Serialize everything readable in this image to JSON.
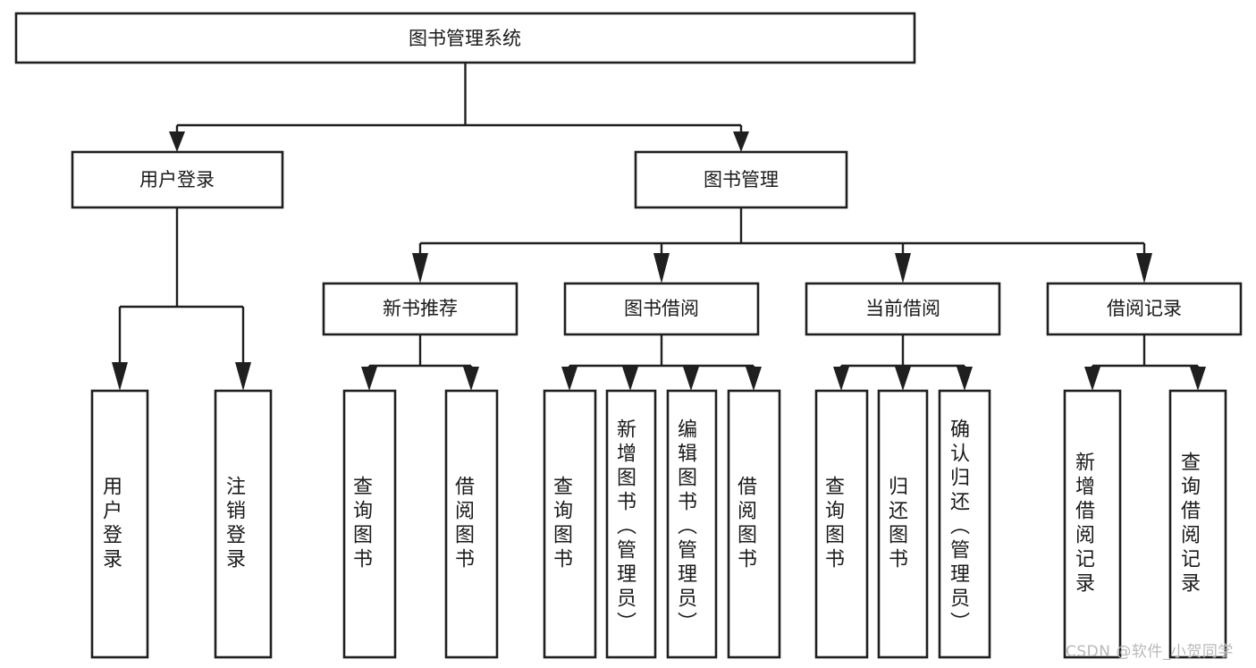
{
  "diagram": {
    "title": "图书管理系统",
    "type": "tree-hierarchy-chart",
    "root": {
      "id": "root",
      "label": "图书管理系统",
      "orientation": "horizontal"
    },
    "level2": [
      {
        "id": "user-login",
        "label": "用户登录",
        "orientation": "horizontal"
      },
      {
        "id": "book-manage",
        "label": "图书管理",
        "orientation": "horizontal"
      }
    ],
    "level3": [
      {
        "id": "new-book-recommend",
        "label": "新书推荐",
        "orientation": "horizontal",
        "parent": "book-manage"
      },
      {
        "id": "book-borrow",
        "label": "图书借阅",
        "orientation": "horizontal",
        "parent": "book-manage"
      },
      {
        "id": "current-borrow",
        "label": "当前借阅",
        "orientation": "horizontal",
        "parent": "book-manage"
      },
      {
        "id": "borrow-record",
        "label": "借阅记录",
        "orientation": "horizontal",
        "parent": "book-manage"
      }
    ],
    "leaves": [
      {
        "id": "leaf-user-login",
        "label": "用户登录",
        "parent": "user-login",
        "align": "middle"
      },
      {
        "id": "leaf-logout-login",
        "label": "注销登录",
        "parent": "user-login",
        "align": "middle"
      },
      {
        "id": "leaf-query-book-1",
        "label": "查询图书",
        "parent": "new-book-recommend",
        "align": "middle"
      },
      {
        "id": "leaf-borrow-book-1",
        "label": "借阅图书",
        "parent": "new-book-recommend",
        "align": "middle"
      },
      {
        "id": "leaf-query-book-2",
        "label": "查询图书",
        "parent": "book-borrow",
        "align": "middle"
      },
      {
        "id": "leaf-add-book-admin",
        "label": "新增图书（管理员）",
        "parent": "book-borrow",
        "align": "top"
      },
      {
        "id": "leaf-edit-book-admin",
        "label": "编辑图书（管理员）",
        "parent": "book-borrow",
        "align": "top"
      },
      {
        "id": "leaf-borrow-book-2",
        "label": "借阅图书",
        "parent": "book-borrow",
        "align": "middle"
      },
      {
        "id": "leaf-query-book-3",
        "label": "查询图书",
        "parent": "current-borrow",
        "align": "middle"
      },
      {
        "id": "leaf-return-book",
        "label": "归还图书",
        "parent": "current-borrow",
        "align": "middle"
      },
      {
        "id": "leaf-confirm-return-admin",
        "label": "确认归还（管理员）",
        "parent": "current-borrow",
        "align": "top"
      },
      {
        "id": "leaf-add-borrow-record",
        "label": "新增借阅记录",
        "parent": "borrow-record",
        "align": "middle"
      },
      {
        "id": "leaf-query-borrow-record",
        "label": "查询借阅记录",
        "parent": "borrow-record",
        "align": "middle"
      }
    ],
    "colors": {
      "box_stroke": "#1f1f1f",
      "box_fill": "#ffffff",
      "text": "#1a1a1a",
      "connector": "#1f1f1f",
      "canvas": "#ffffff",
      "watermark": "#b9b9b9"
    }
  },
  "watermark": {
    "text": "CSDN @软件_小贺同学"
  }
}
